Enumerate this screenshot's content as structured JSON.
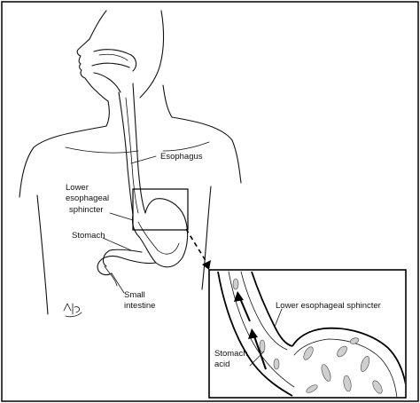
{
  "labels": {
    "esophagus": "Esophagus",
    "les_line1": "Lower",
    "les_line2": "esophageal",
    "les_line3": "sphincter",
    "stomach": "Stomach",
    "small_intestine_line1": "Small",
    "small_intestine_line2": "intestine",
    "inset_les": "Lower esophageal sphincter",
    "stomach_acid_line1": "Stomach",
    "stomach_acid_line2": "acid"
  },
  "colors": {
    "ink": "#111111",
    "background": "#ffffff"
  }
}
